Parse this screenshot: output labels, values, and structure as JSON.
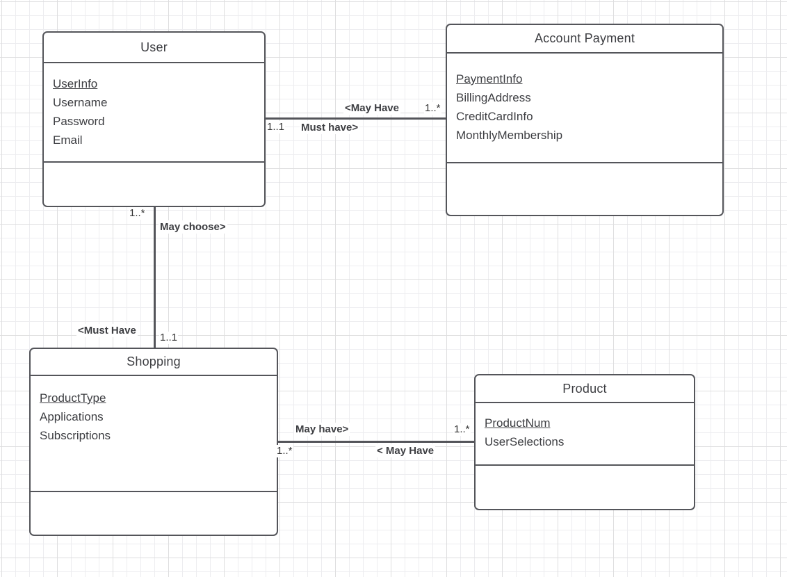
{
  "colors": {
    "background": "#ffffff",
    "grid_minor": "#ededf0",
    "grid_major": "#dededf",
    "shape_stroke": "#54555a",
    "text": "#3d3e42"
  },
  "classes": {
    "user": {
      "title": "User",
      "attributes": [
        "UserInfo",
        "Username",
        "Password",
        "Email"
      ]
    },
    "account_payment": {
      "title": "Account Payment",
      "attributes": [
        "PaymentInfo",
        "BillingAddress",
        "CreditCardInfo",
        "MonthlyMembership"
      ]
    },
    "shopping": {
      "title": "Shopping",
      "attributes": [
        "ProductType",
        "Applications",
        "Subscriptions"
      ]
    },
    "product": {
      "title": "Product",
      "attributes": [
        "ProductNum",
        "UserSelections"
      ]
    }
  },
  "relationships": {
    "user_account_payment": {
      "label_top": "<May Have",
      "mult_top": "1..*",
      "mult_bottom": "1..1",
      "label_bottom": "Must have>"
    },
    "user_shopping": {
      "mult_top": "1..*",
      "label_top": "May choose>",
      "label_bottom": "<Must Have",
      "mult_bottom": "1..1"
    },
    "shopping_product": {
      "label_top": "May have>",
      "mult_top": "1..*",
      "mult_bottom": "1..*",
      "label_bottom": "< May Have"
    }
  }
}
